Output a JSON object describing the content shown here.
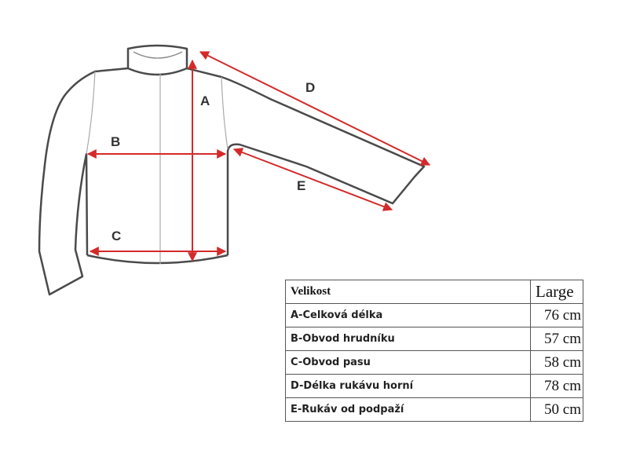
{
  "diagram": {
    "labels": {
      "a": "A",
      "b": "B",
      "c": "C",
      "d": "D",
      "e": "E"
    },
    "colors": {
      "outline": "#4a4a4a",
      "measure": "#d42a2a"
    }
  },
  "table": {
    "header_label": "Velikost",
    "header_size": "Large",
    "rows": [
      {
        "label": "A-Celková délka",
        "value": "76 cm"
      },
      {
        "label": "B-Obvod hrudníku",
        "value": "57 cm"
      },
      {
        "label": "C-Obvod pasu",
        "value": "58 cm"
      },
      {
        "label": "D-Délka rukávu horní",
        "value": "78 cm"
      },
      {
        "label": "E-Rukáv od podpaží",
        "value": "50 cm"
      }
    ]
  }
}
